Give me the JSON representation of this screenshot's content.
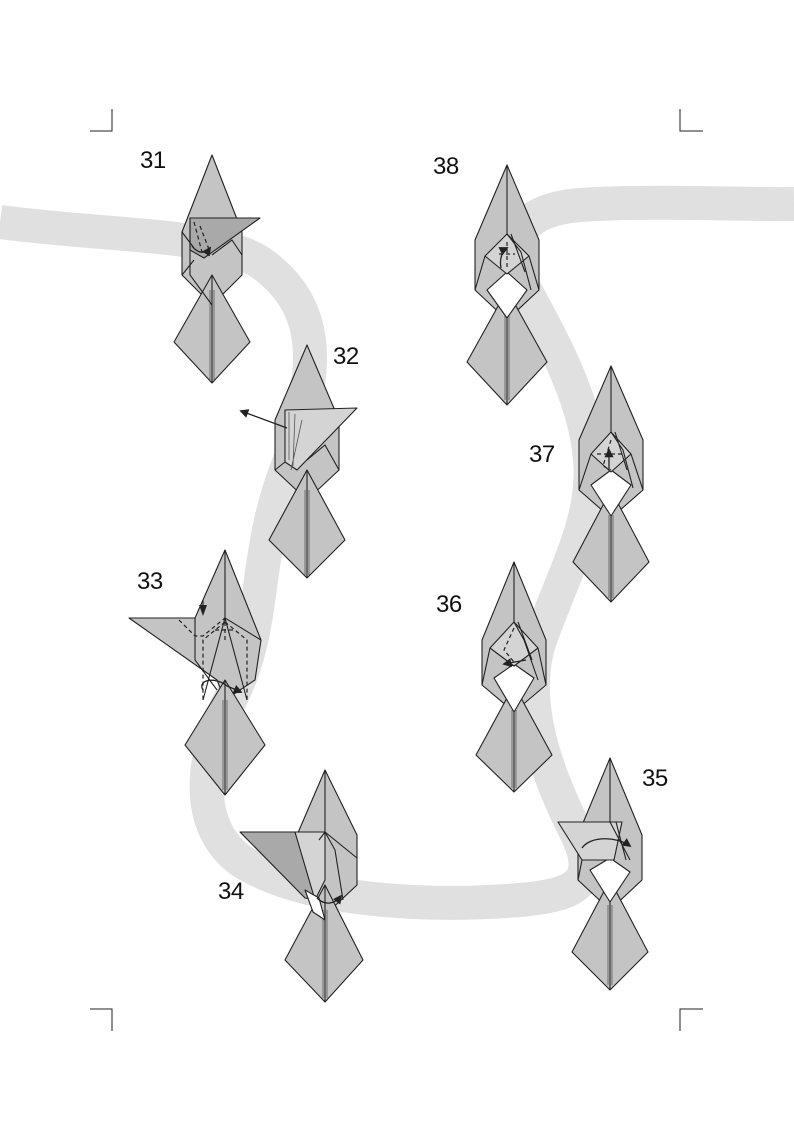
{
  "steps": {
    "s31": "31",
    "s32": "32",
    "s33": "33",
    "s34": "34",
    "s35": "35",
    "s36": "36",
    "s37": "37",
    "s38": "38"
  }
}
